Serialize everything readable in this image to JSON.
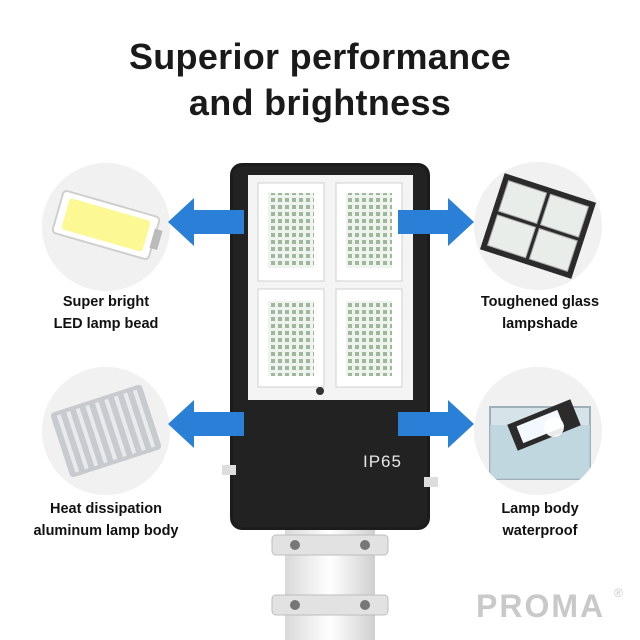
{
  "headline": {
    "line1": "Superior performance",
    "line2": "and brightness"
  },
  "features": [
    {
      "icon": "led-chip-icon",
      "line1": "Super bright",
      "line2": "LED lamp bead"
    },
    {
      "icon": "glass-lampshade-icon",
      "line1": "Toughened glass",
      "line2": "lampshade"
    },
    {
      "icon": "heat-sink-icon",
      "line1": "Heat dissipation",
      "line2": "aluminum lamp body"
    },
    {
      "icon": "waterproof-lamp-icon",
      "line1": "Lamp body",
      "line2": "waterproof"
    }
  ],
  "product": {
    "rating_label": "IP65"
  },
  "brand": {
    "name": "PROMA",
    "mark": "®"
  },
  "colors": {
    "arrow": "#2a7fd6",
    "lamp_body": "#1c1c1c",
    "headline": "#1a1a1a"
  }
}
